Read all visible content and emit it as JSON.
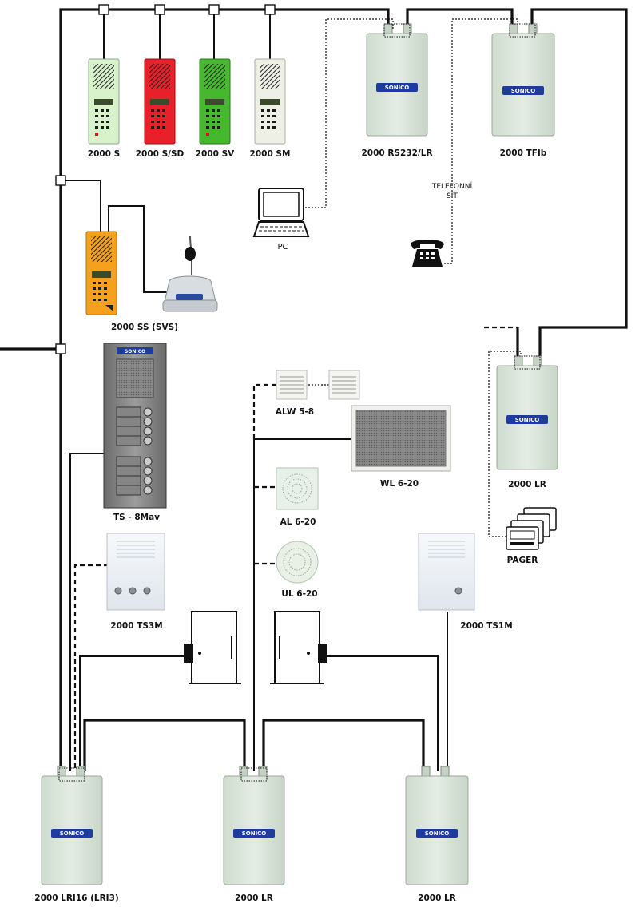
{
  "brand": {
    "name": "SONICO",
    "color": "#1d3c9e"
  },
  "colors": {
    "station_2000s": "#d8f2cc",
    "station_2000ssd": "#e8202a",
    "station_2000sv": "#45b82e",
    "station_2000sm": "#eef0e6",
    "station_2000ss": "#f4a21d",
    "enclosure": "#dfe9df"
  },
  "labels": {
    "s2000s": "2000 S",
    "s2000ssd": "2000 S/SD",
    "s2000sv": "2000 SV",
    "s2000sm": "2000 SM",
    "rs232": "2000 RS232/LR",
    "tfib": "2000 TFIb",
    "telefonni_1": "TELEFONNÍ",
    "telefonni_2": "SÍŤ",
    "pc": "PC",
    "ss_svs": "2000 SS (SVS)",
    "lr_right": "2000 LR",
    "pager": "PAGER",
    "ts8mav": "TS - 8Mav",
    "alw": "ALW 5-8",
    "wl": "WL 6-20",
    "al": "AL 6-20",
    "ul": "UL 6-20",
    "ts3m": "2000 TS3M",
    "ts1m": "2000 TS1M",
    "lri16": "2000 LRI16 (LRI3)",
    "lr_bottom_mid": "2000 LR",
    "lr_bottom_right": "2000 LR"
  }
}
